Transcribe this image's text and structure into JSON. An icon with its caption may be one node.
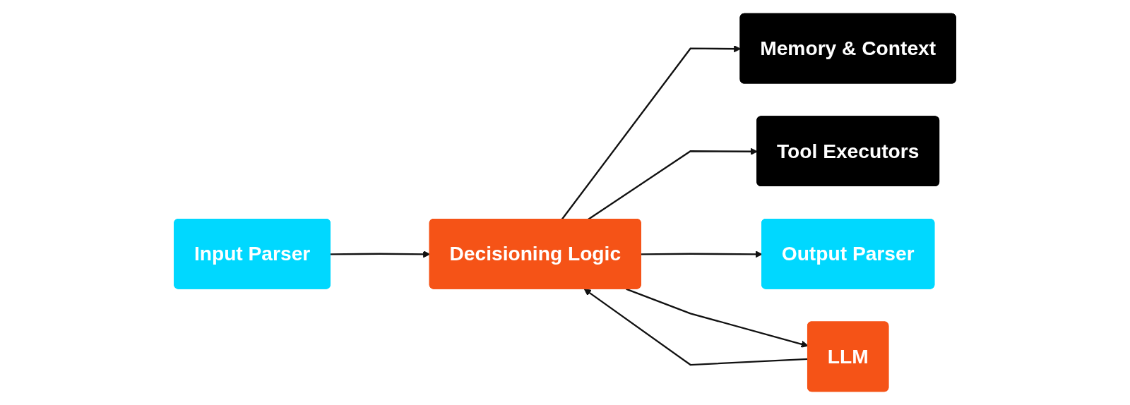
{
  "diagram": {
    "nodes": [
      {
        "text": [
          "Memory & Context"
        ]
      },
      {
        "text": [
          "Tool Executors"
        ]
      },
      {
        "text": [
          "Input Parser"
        ]
      },
      {
        "text": [
          "Decisioning Logic"
        ]
      },
      {
        "text": [
          "Output Parser"
        ]
      },
      {
        "text": [
          "LLM"
        ]
      }
    ],
    "edges": [
      {
        "from": 3,
        "to": 0,
        "arrow": "to"
      },
      {
        "from": 3,
        "to": 1,
        "arrow": "to"
      },
      {
        "from": 2,
        "to": 3,
        "arrow": "to"
      },
      {
        "from": 3,
        "to": 4,
        "arrow": "to"
      },
      {
        "from": 3,
        "to": 5,
        "arrow": "to"
      },
      {
        "from": 5,
        "to": 3,
        "arrow": "to"
      }
    ]
  }
}
